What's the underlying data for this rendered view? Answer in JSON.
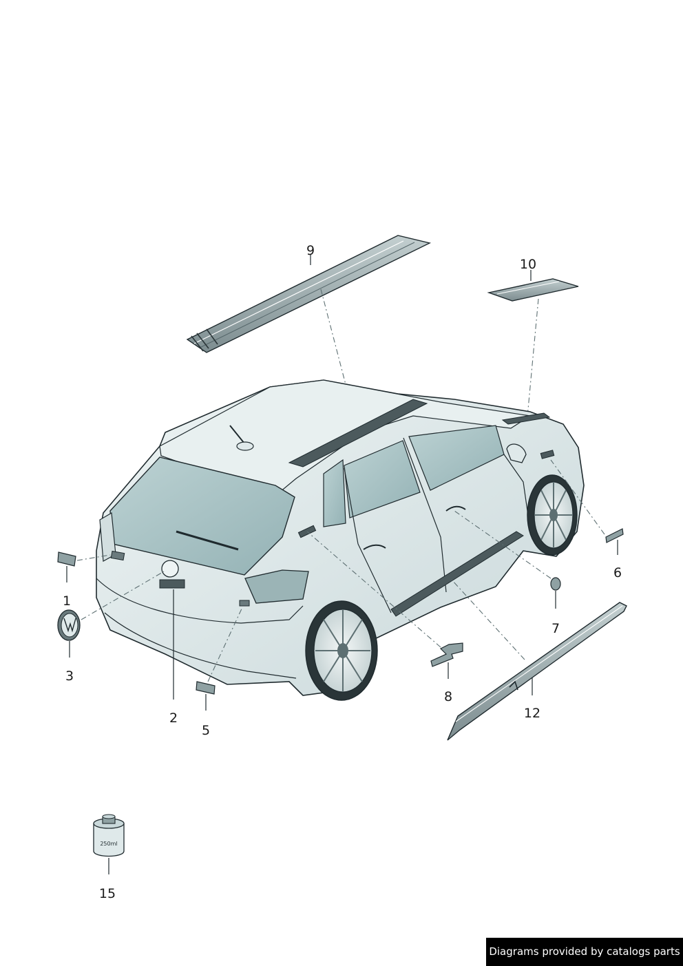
{
  "callouts": {
    "c1": "1",
    "c2": "2",
    "c3": "3",
    "c5": "5",
    "c6": "6",
    "c7": "7",
    "c8": "8",
    "c9": "9",
    "c10": "10",
    "c12": "12",
    "c15": "15"
  },
  "can_label": "250ml",
  "credit": "Diagrams provided by catalogs parts",
  "colors": {
    "outline": "#1f2a2e",
    "body_fill": "#dfe9ea",
    "glass_fill": "#a9c4c6",
    "part_fill": "#8fa1a3",
    "dark_part": "#4c5a5d",
    "leader": "#5d6f72"
  }
}
